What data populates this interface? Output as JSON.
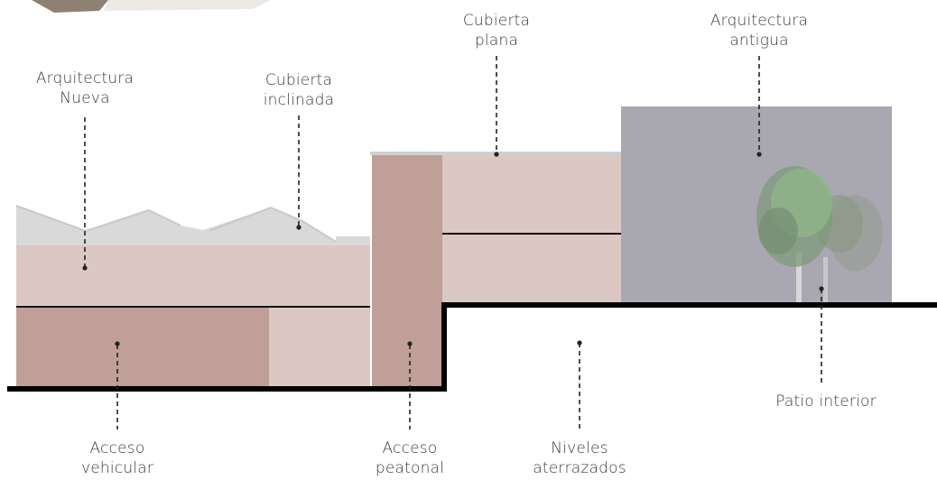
{
  "labels": {
    "arquitectura_nueva": [
      "Arquitectura",
      "Nueva"
    ],
    "cubierta_inclinada": [
      "Cubierta",
      "inclinada"
    ],
    "cubierta_plana": [
      "Cubierta",
      "plana"
    ],
    "arquitectura_antigua": [
      "Arquitectura",
      "antigua"
    ],
    "acceso_vehicular": [
      "Acceso",
      "vehicular"
    ],
    "acceso_peatonal": [
      "Acceso",
      "peatonal"
    ],
    "niveles_aterrazados": [
      "Niveles",
      "aterrazados"
    ],
    "patio_interior": "Patio interior"
  },
  "colors": {
    "new_building": "#dcc8c2",
    "vehicle_access": "#bf9f97",
    "pedestrian_access": "#bf9f97",
    "sawtooth_roof": "#d9d9d9",
    "old_building": "#a9a8b1",
    "ground_line": "#000000",
    "tree_green": "#8fb58a",
    "tree_gray": "#9a9d99"
  },
  "icons": {
    "tree": "tree-icon"
  }
}
